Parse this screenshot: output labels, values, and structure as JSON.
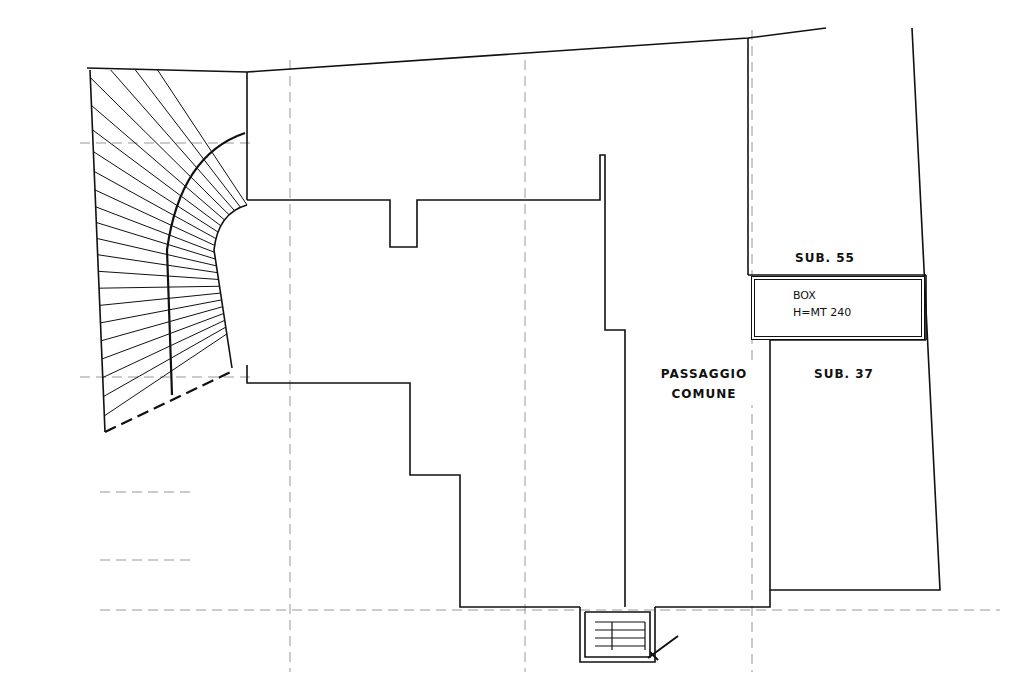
{
  "diagram": {
    "nodes": [
      {
        "text": [
          "BOX",
          "H=MT 240"
        ]
      }
    ],
    "labels": [
      "SUB. 55",
      "PASSAGGIO COMUNE",
      "SUB. 37"
    ]
  }
}
